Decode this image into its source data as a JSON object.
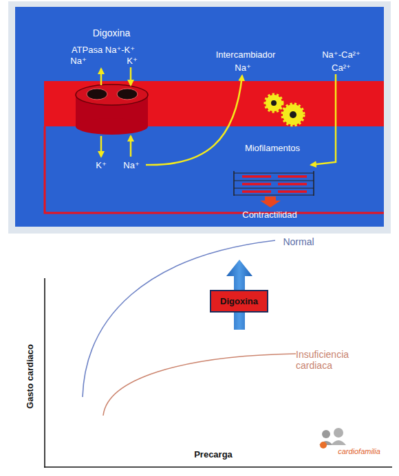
{
  "diagram": {
    "nodes": [
      {
        "text": [
          "Digoxina"
        ]
      }
    ],
    "labels": [
      "Digoxina",
      "ATPasa Na⁺-K⁺",
      "Na⁺",
      "K⁺",
      "Intercambiador",
      "Na⁺",
      "Na⁺-Ca²⁺",
      "Ca²⁺",
      "K⁺",
      "Na⁺",
      "Miofilamentos",
      "Contractilidad",
      "Normal",
      "Insuficiencia cardiaca",
      "Gasto cardiaco",
      "Precarga",
      "cardiofamilia"
    ]
  }
}
